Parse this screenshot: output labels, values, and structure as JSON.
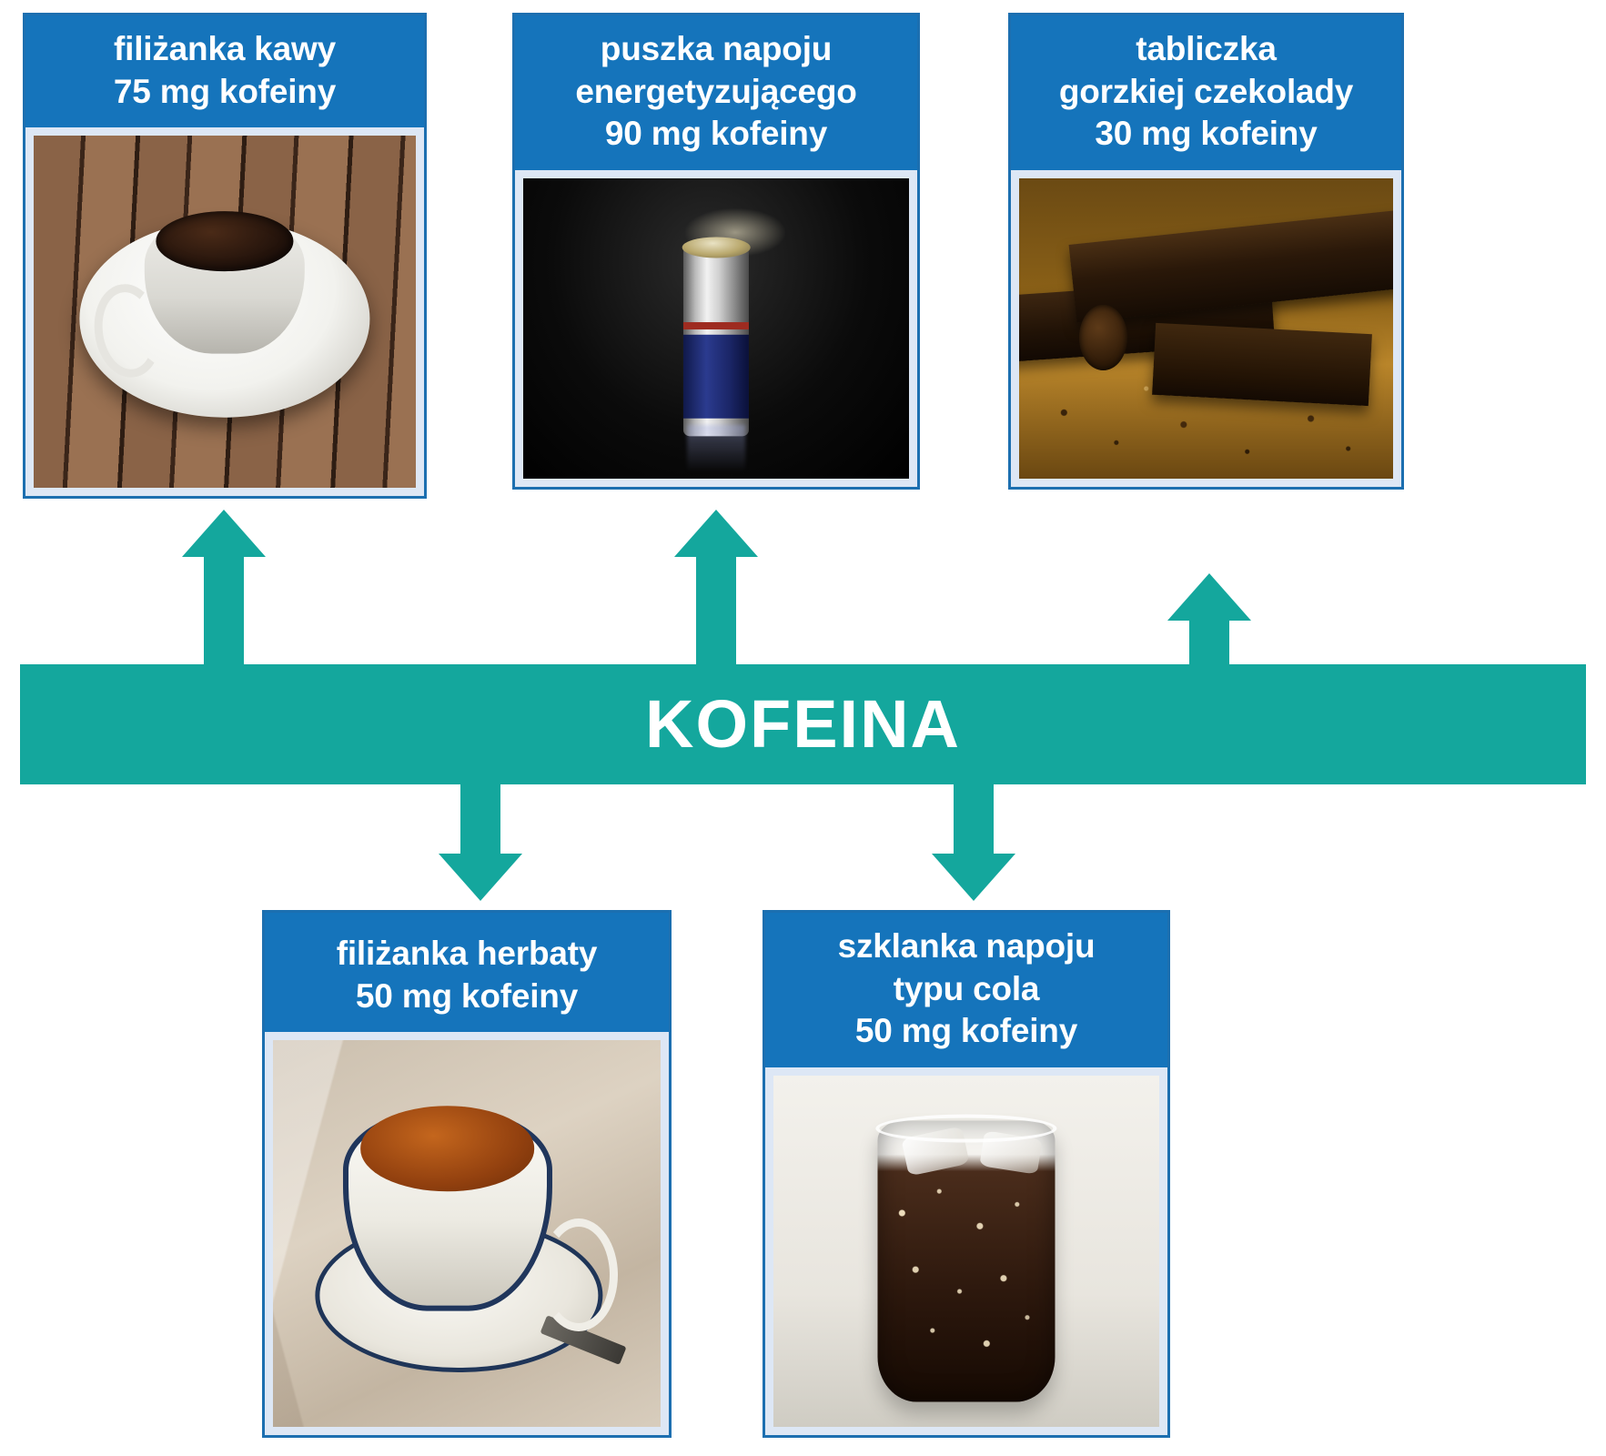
{
  "diagram": {
    "center": {
      "label": "KOFEINA",
      "color": "#14a79d"
    },
    "card_color": "#1574bb",
    "photo_frame_color": "#dde7f5",
    "items": [
      {
        "id": "coffee",
        "position": "top-left",
        "lines": [
          "filiżanka kawy",
          "75 mg kofeiny"
        ],
        "source": "filiżanka kawy",
        "caffeine_mg": 75,
        "unit": "mg kofeiny",
        "photo_alt": "filiżanka czarnej kawy na spodku, drewniany stół",
        "arrow": "up"
      },
      {
        "id": "energy-drink",
        "position": "top-center",
        "lines": [
          "puszka napoju",
          "energetyzującego",
          "90 mg kofeiny"
        ],
        "source": "puszka napoju energetyzującego",
        "caffeine_mg": 90,
        "unit": "mg kofeiny",
        "photo_alt": "puszka napoju energetyzującego na ciemnym tle",
        "arrow": "up"
      },
      {
        "id": "dark-chocolate",
        "position": "top-right",
        "lines": [
          "tabliczka",
          "gorzkiej czekolady",
          "30 mg kofeiny"
        ],
        "source": "tabliczka gorzkiej czekolady",
        "caffeine_mg": 30,
        "unit": "mg kofeiny",
        "photo_alt": "kawałki gorzkiej czekolady",
        "arrow": "up"
      },
      {
        "id": "tea",
        "position": "bottom-left",
        "lines": [
          "filiżanka herbaty",
          "50 mg kofeiny"
        ],
        "source": "filiżanka herbaty",
        "caffeine_mg": 50,
        "unit": "mg kofeiny",
        "photo_alt": "filiżanka herbaty na spodku",
        "arrow": "down"
      },
      {
        "id": "cola",
        "position": "bottom-right",
        "lines": [
          "szklanka napoju",
          "typu cola",
          "50 mg kofeiny"
        ],
        "source": "szklanka napoju typu cola",
        "caffeine_mg": 50,
        "unit": "mg kofeiny",
        "photo_alt": "szklanka napoju typu cola z lodem",
        "arrow": "down"
      }
    ]
  }
}
